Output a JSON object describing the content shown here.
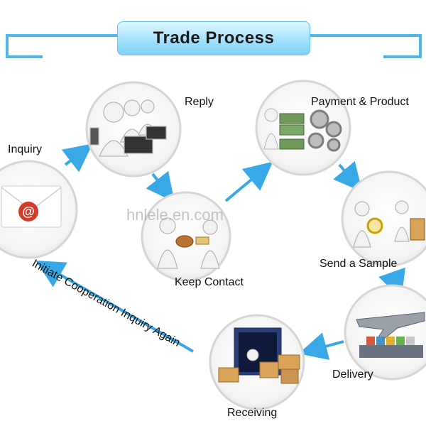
{
  "header": {
    "title": "Trade Process"
  },
  "watermark": "hnlele.en.com",
  "steps": {
    "inquiry": "Inquiry",
    "reply": "Reply",
    "keep_contact": "Keep Contact",
    "payment_product": "Payment & Product",
    "send_sample": "Send a Sample",
    "delivery": "Delivery",
    "receiving": "Receiving"
  },
  "loop_label": "Initiate Cooperation Inquiry Again",
  "colors": {
    "accent": "#4cb8ec",
    "arrow": "#38a9e6",
    "circle_ring": "#d9d9d9"
  }
}
